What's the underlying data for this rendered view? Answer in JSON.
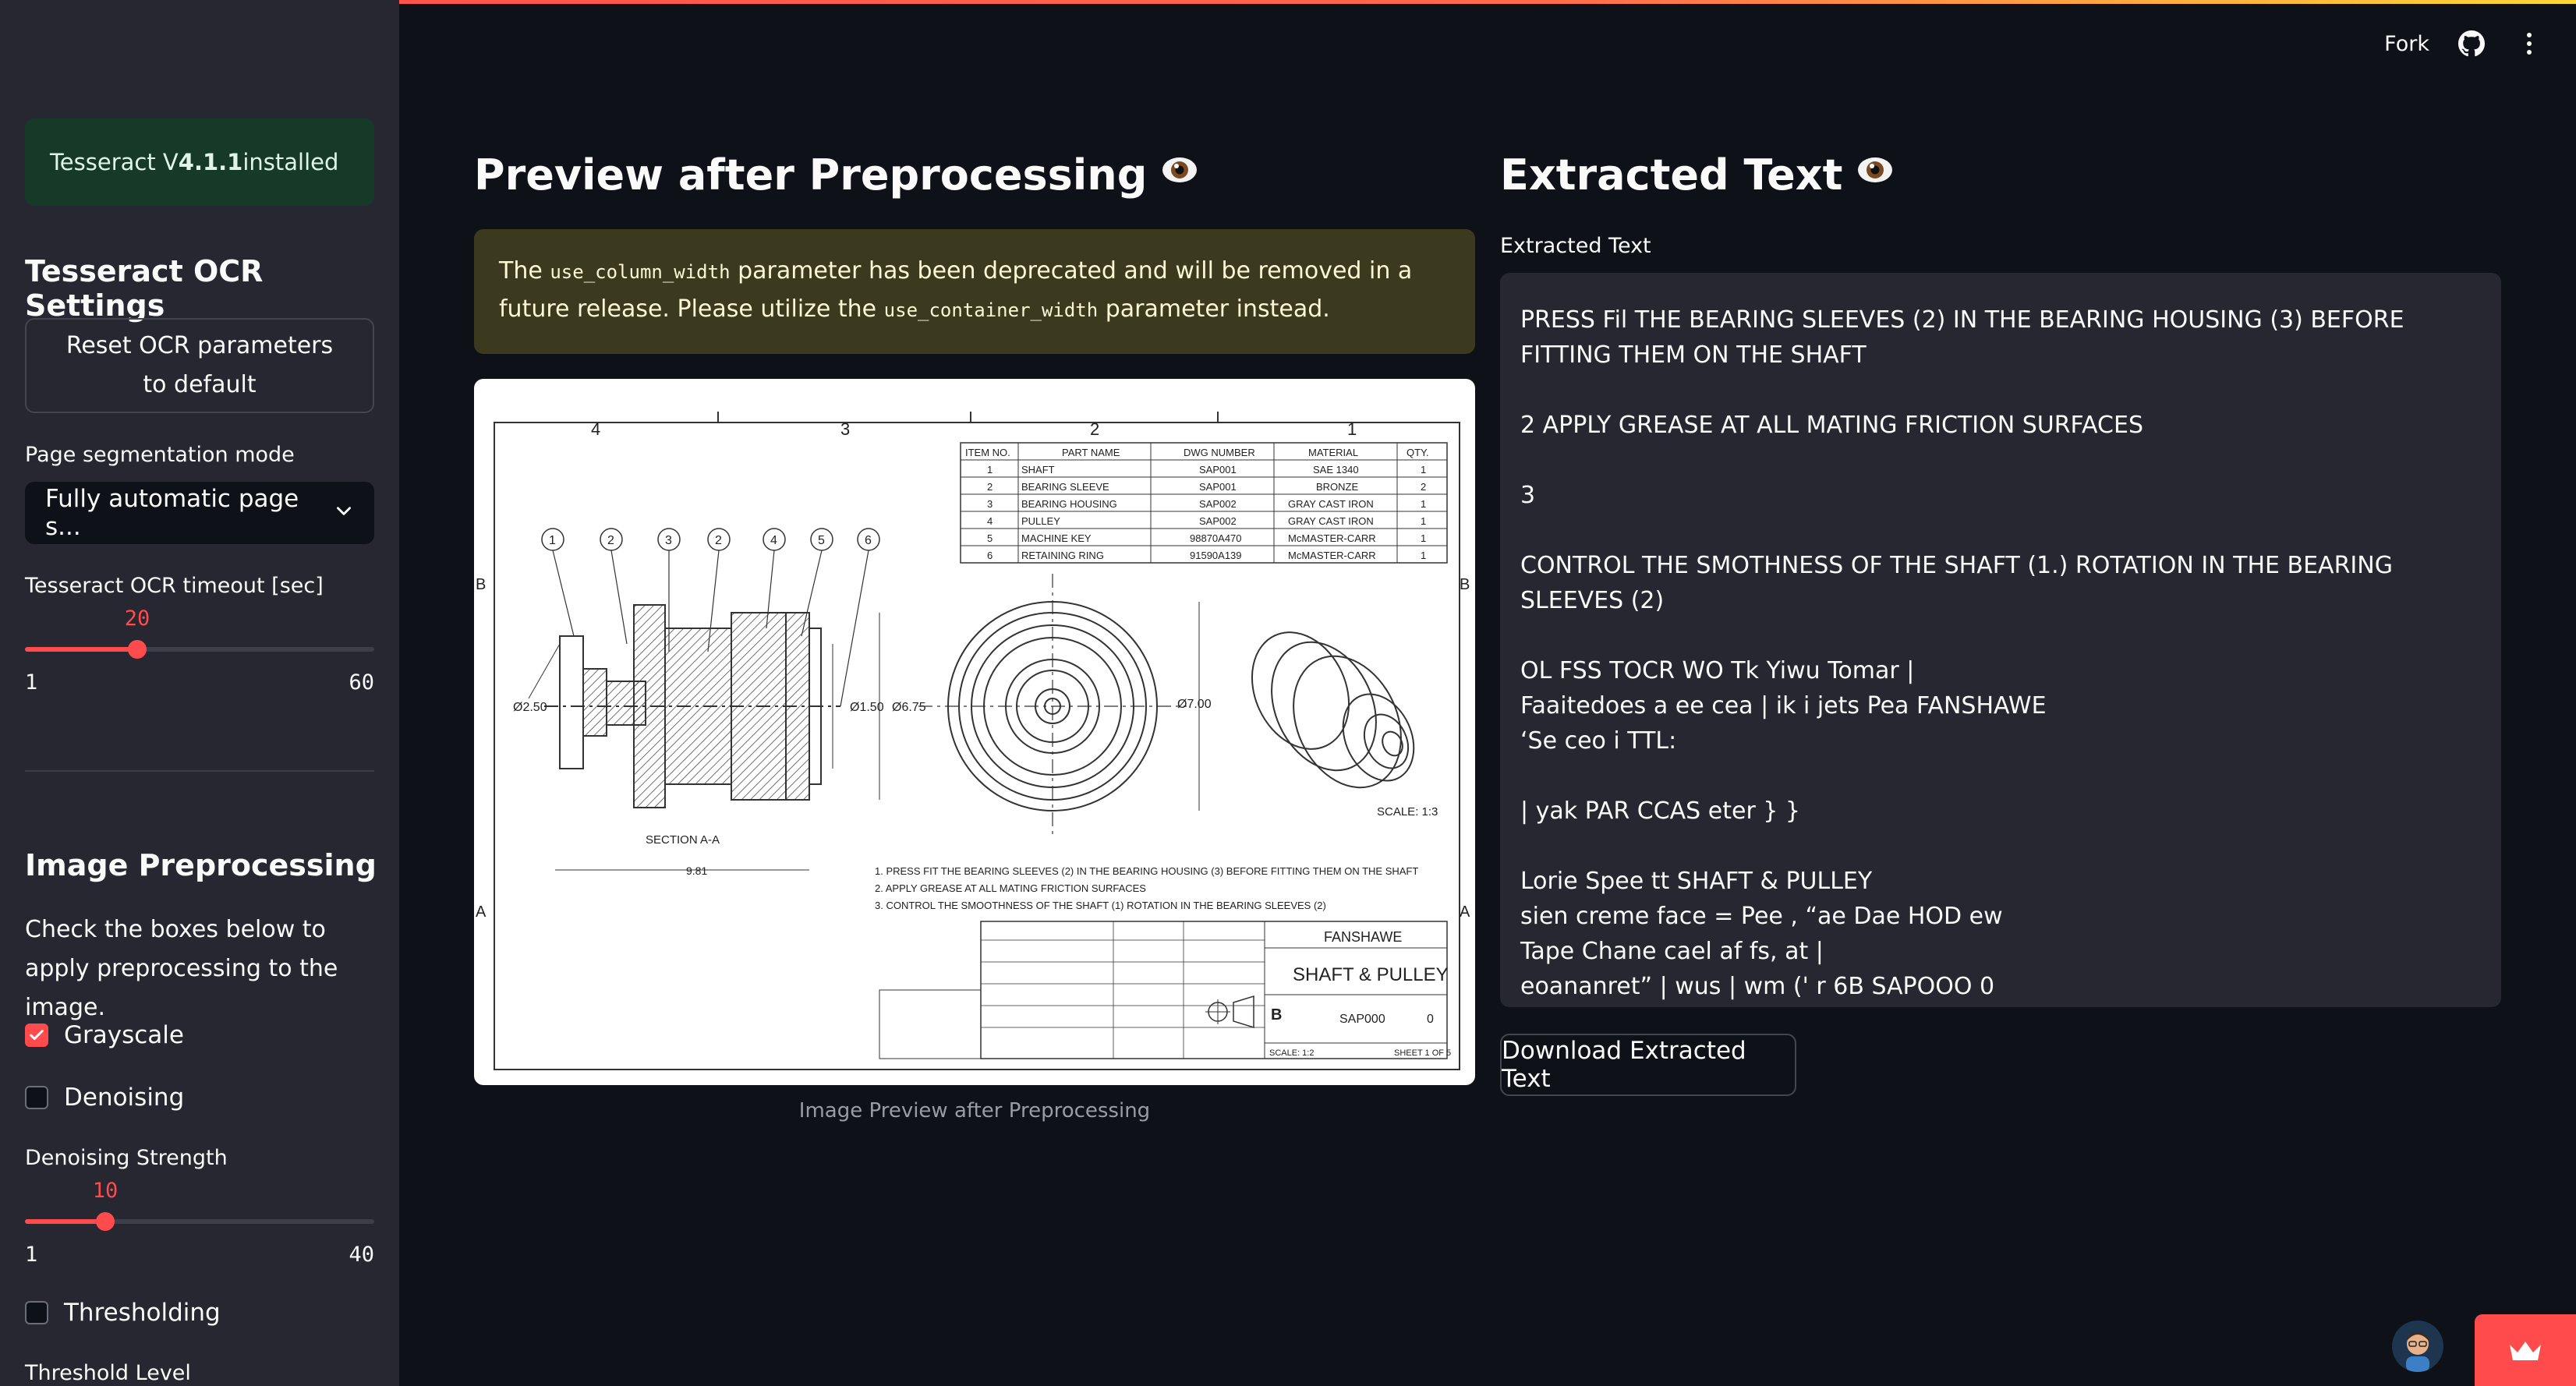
{
  "header": {
    "fork_label": "Fork",
    "icons": [
      "github-icon",
      "more-vertical-icon"
    ]
  },
  "sidebar": {
    "status": {
      "prefix": "Tesseract V ",
      "version": "4.1.1",
      "suffix": " installed"
    },
    "ocr_settings_title": "Tesseract OCR Settings",
    "reset_button": "Reset OCR parameters to default",
    "psm_label": "Page segmentation mode",
    "psm_value": "Fully automatic page s...",
    "timeout_label": "Tesseract OCR timeout [sec]",
    "timeout": {
      "value": "20",
      "min": "1",
      "max": "60"
    },
    "preproc_title": "Image Preprocessing",
    "preproc_text": "Check the boxes below to apply preprocessing to the image.",
    "grayscale_label": "Grayscale",
    "grayscale_checked": true,
    "denoising_label": "Denoising",
    "denoising_checked": false,
    "denoise_strength_label": "Denoising Strength",
    "denoise_strength": {
      "value": "10",
      "min": "1",
      "max": "40"
    },
    "thresholding_label": "Thresholding",
    "thresholding_checked": false,
    "threshold_level_label": "Threshold Level"
  },
  "preview": {
    "title": "Preview after Preprocessing",
    "warning": {
      "part1": "The ",
      "code1": "use_column_width",
      "part2": " parameter has been deprecated and will be removed in a future release. Please utilize the ",
      "code2": "use_container_width",
      "part3": " parameter instead."
    },
    "caption": "Image Preview after Preprocessing"
  },
  "drawing": {
    "zones_top": [
      "4",
      "3",
      "2",
      "1"
    ],
    "zones_side": [
      "B",
      "A"
    ],
    "bom_headers": [
      "ITEM NO.",
      "PART NAME",
      "DWG NUMBER",
      "MATERIAL",
      "QTY."
    ],
    "bom_rows": [
      [
        "1",
        "SHAFT",
        "SAP001",
        "SAE 1340",
        "1"
      ],
      [
        "2",
        "BEARING SLEEVE",
        "SAP001",
        "BRONZE",
        "2"
      ],
      [
        "3",
        "BEARING HOUSING",
        "SAP002",
        "GRAY CAST IRON",
        "1"
      ],
      [
        "4",
        "PULLEY",
        "SAP002",
        "GRAY CAST IRON",
        "1"
      ],
      [
        "5",
        "MACHINE KEY",
        "98870A470",
        "McMASTER-CARR",
        "1"
      ],
      [
        "6",
        "RETAINING RING",
        "91590A139",
        "McMASTER-CARR",
        "1"
      ]
    ],
    "balloons": [
      "1",
      "2",
      "3",
      "2",
      "4",
      "5",
      "6"
    ],
    "dims": [
      "Ø2.50",
      "Ø1.50",
      "Ø6.75",
      "Ø7.00",
      "9.81"
    ],
    "section_label": "SECTION A-A",
    "scale_label": "SCALE: 1:3",
    "notes": [
      "1.  PRESS FIT THE BEARING SLEEVES (2) IN THE BEARING HOUSING (3) BEFORE FITTING THEM ON THE SHAFT",
      "2.  APPLY GREASE AT ALL MATING FRICTION SURFACES",
      "3.  CONTROL THE SMOOTHNESS OF THE SHAFT (1) ROTATION IN THE BEARING SLEEVES (2)"
    ],
    "title_company": "FANSHAWE",
    "title_name": "SHAFT & PULLEY",
    "size": "B",
    "dwg_no": "SAP000",
    "rev": "0",
    "scale_small": "SCALE: 1:2",
    "sheet": "SHEET 1 OF 5"
  },
  "extracted": {
    "title": "Extracted Text",
    "textarea_label": "Extracted Text",
    "text": "PRESS Fil THE BEARING SLEEVES (2) IN THE BEARING HOUSING (3) BEFORE FITTING THEM ON THE SHAFT\n\n2 APPLY GREASE AT ALL MATING FRICTION SURFACES\n\n3\n\nCONTROL THE SMOTHNESS OF THE SHAFT (1.) ROTATION IN THE BEARING SLEEVES (2)\n\nOL FSS TOCR WO Tk Yiwu Tomar |\nFaaitedoes a ee cea | ik i jets Pea FANSHAWE\n‘Se ceo i TTL:\n\n| yak PAR CCAS eter } }\n\nLorie Spee tt SHAFT & PULLEY\nsien creme face = Pee , “ae Dae HOD ew\nTape Chane cael af fs, at |\neoananret” | wus | wm (' r 6B SAPOOO 0",
    "download_button": "Download Extracted Text"
  },
  "colors": {
    "accent": "#ff4b4b",
    "success_bg": "#173928",
    "warning_bg": "#3b3a1f"
  }
}
